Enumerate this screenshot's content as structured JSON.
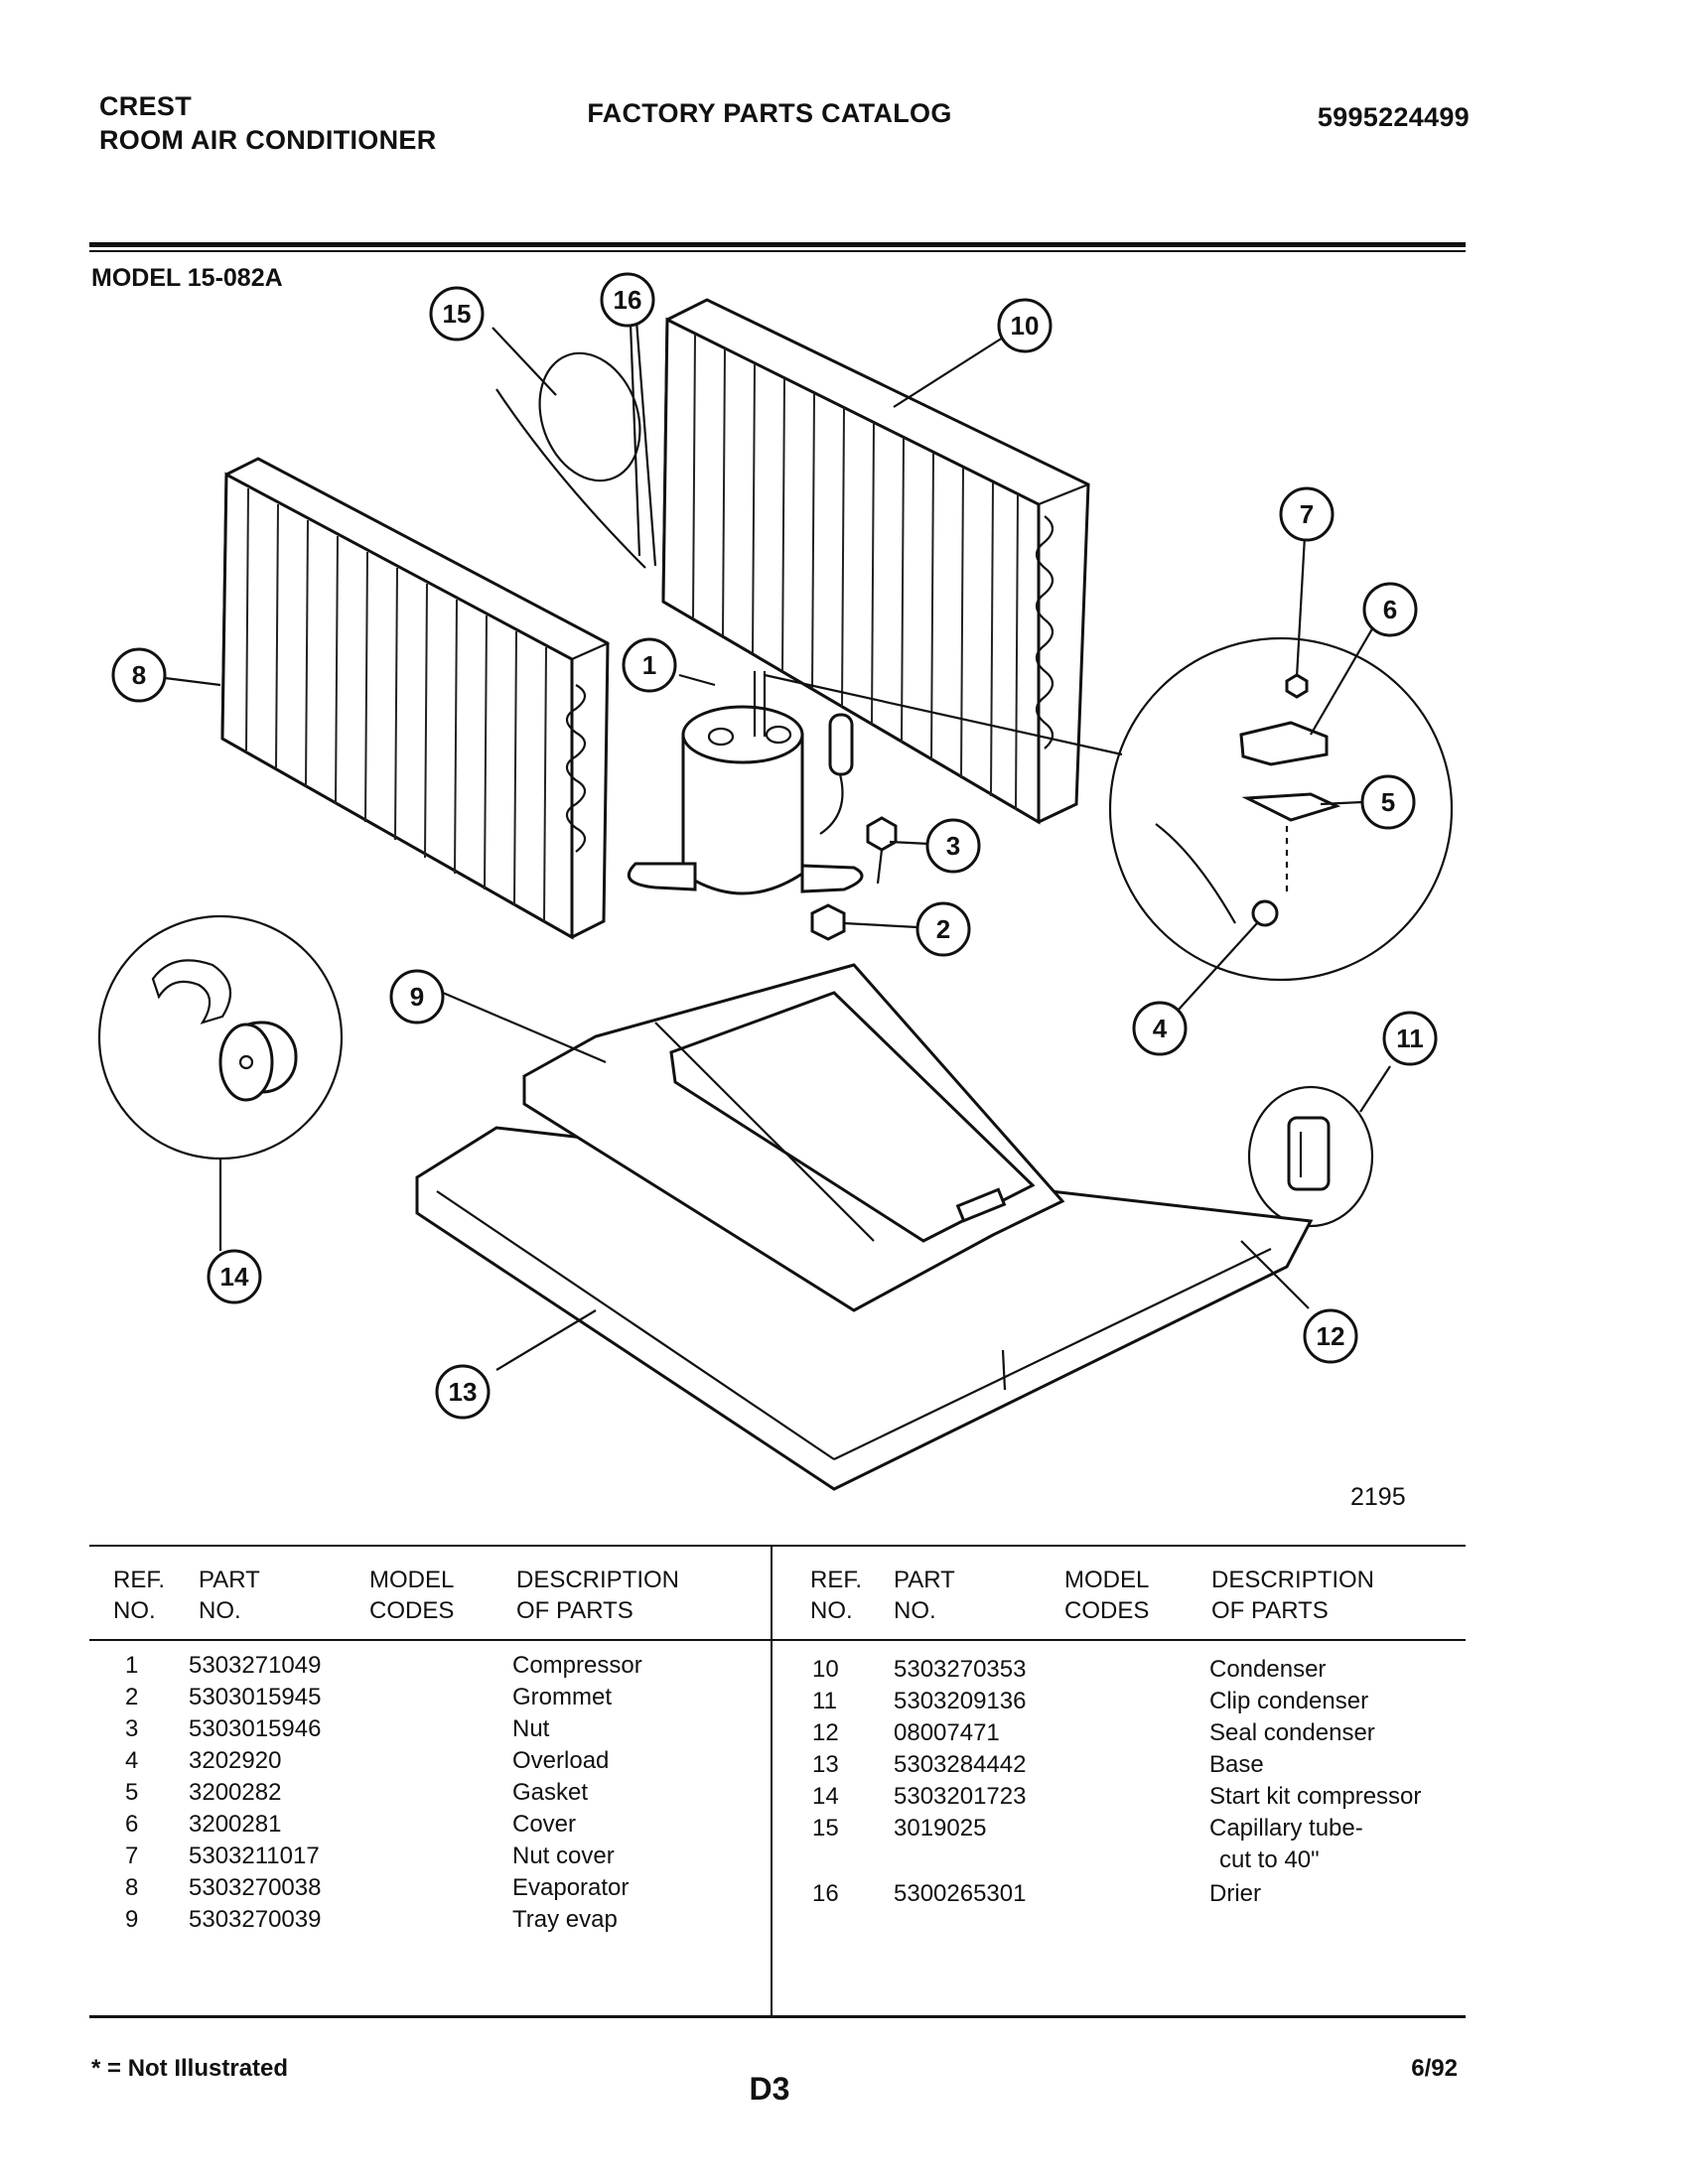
{
  "header": {
    "brand": "CREST",
    "product": "ROOM AIR CONDITIONER",
    "catalog_title": "FACTORY PARTS CATALOG",
    "catalog_number": "5995224499"
  },
  "model": "MODEL 15-082A",
  "figure_number": "2195",
  "callouts": [
    "1",
    "2",
    "3",
    "4",
    "5",
    "6",
    "7",
    "8",
    "9",
    "10",
    "11",
    "12",
    "13",
    "14",
    "15",
    "16"
  ],
  "table": {
    "headers": {
      "ref_no": "REF.\nNO.",
      "part_no": "PART\nNO.",
      "model_codes": "MODEL\nCODES",
      "description": "DESCRIPTION\nOF PARTS"
    },
    "left_rows": [
      {
        "ref": "1",
        "part": "5303271049",
        "codes": "",
        "desc": "Compressor"
      },
      {
        "ref": "2",
        "part": "5303015945",
        "codes": "",
        "desc": "Grommet"
      },
      {
        "ref": "3",
        "part": "5303015946",
        "codes": "",
        "desc": "Nut"
      },
      {
        "ref": "4",
        "part": "3202920",
        "codes": "",
        "desc": "Overload"
      },
      {
        "ref": "5",
        "part": "3200282",
        "codes": "",
        "desc": "Gasket"
      },
      {
        "ref": "6",
        "part": "3200281",
        "codes": "",
        "desc": "Cover"
      },
      {
        "ref": "7",
        "part": "5303211017",
        "codes": "",
        "desc": "Nut cover"
      },
      {
        "ref": "8",
        "part": "5303270038",
        "codes": "",
        "desc": "Evaporator"
      },
      {
        "ref": "9",
        "part": "5303270039",
        "codes": "",
        "desc": "Tray evap"
      }
    ],
    "right_rows": [
      {
        "ref": "10",
        "part": "5303270353",
        "codes": "",
        "desc": "Condenser"
      },
      {
        "ref": "11",
        "part": "5303209136",
        "codes": "",
        "desc": "Clip condenser"
      },
      {
        "ref": "12",
        "part": "08007471",
        "codes": "",
        "desc": "Seal condenser"
      },
      {
        "ref": "13",
        "part": "5303284442",
        "codes": "",
        "desc": "Base"
      },
      {
        "ref": "14",
        "part": "5303201723",
        "codes": "",
        "desc": "Start kit compressor"
      },
      {
        "ref": "15",
        "part": "3019025",
        "codes": "",
        "desc": "Capillary tube-"
      },
      {
        "ref": "",
        "part": "",
        "codes": "",
        "desc": "cut to 40\""
      },
      {
        "ref": "16",
        "part": "5300265301",
        "codes": "",
        "desc": "Drier"
      }
    ]
  },
  "footer": {
    "note": "* = Not Illustrated",
    "page_id": "D3",
    "date": "6/92"
  }
}
